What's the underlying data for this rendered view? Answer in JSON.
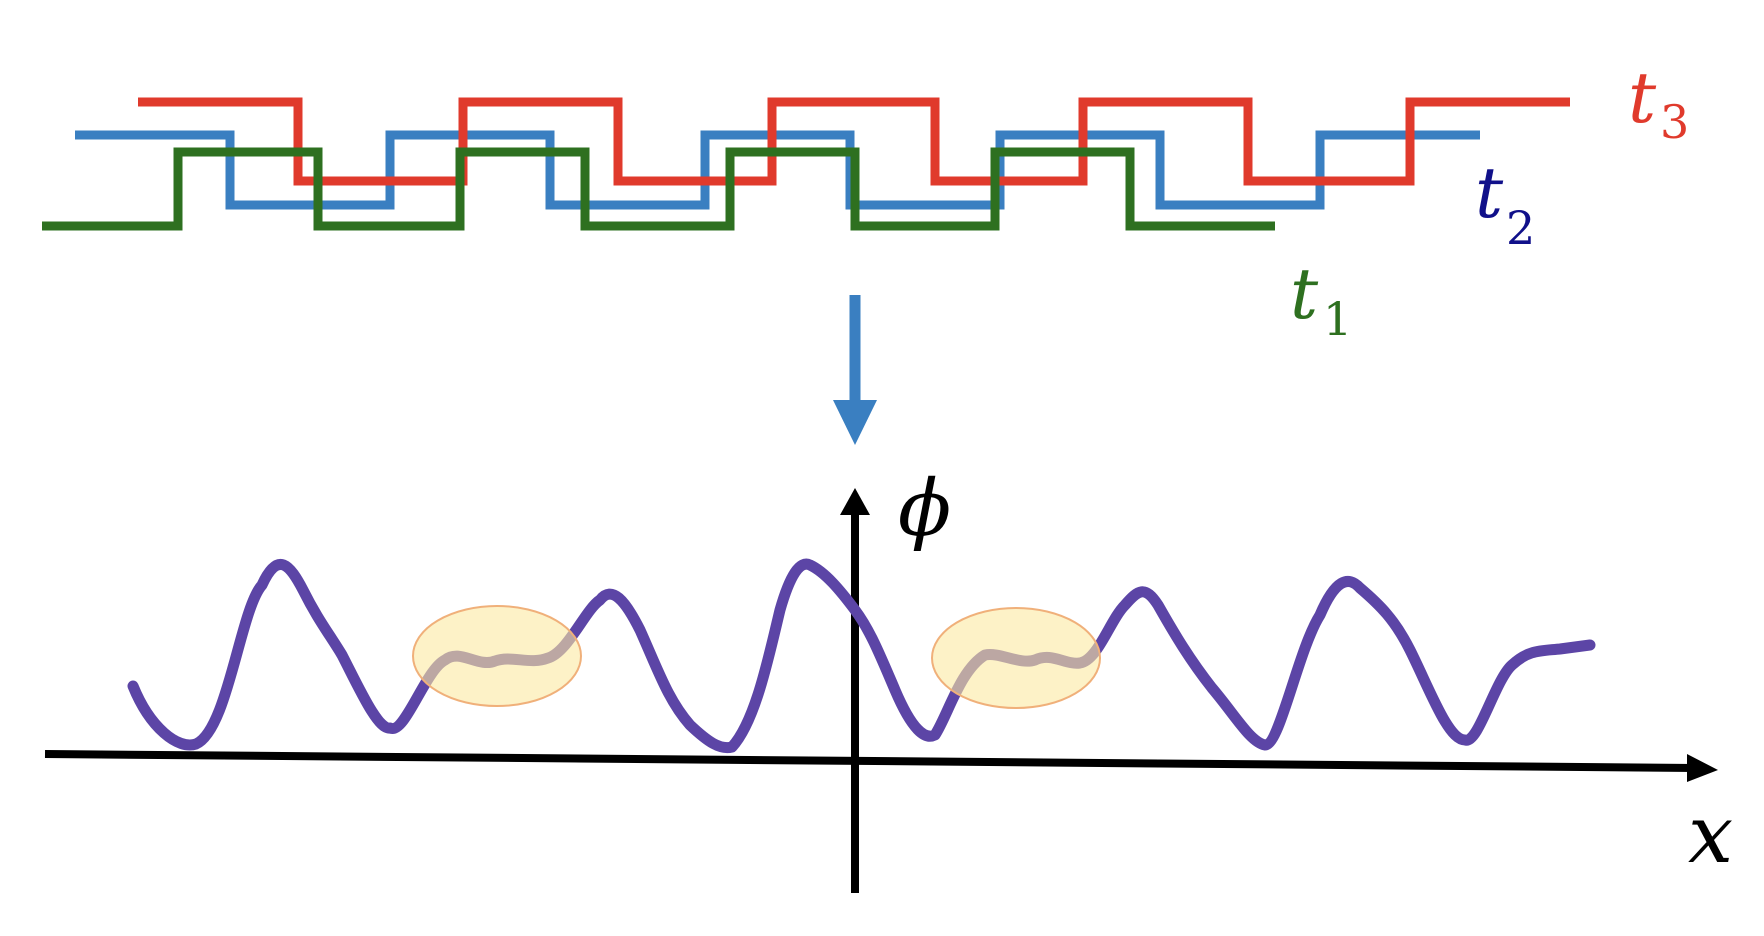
{
  "labels": {
    "t3": {
      "base": "t",
      "sub": "3"
    },
    "t2": {
      "base": "t",
      "sub": "2"
    },
    "t1": {
      "base": "t",
      "sub": "1"
    },
    "phi": "ϕ",
    "x": "x"
  },
  "colors": {
    "t3": "#e03a2c",
    "t2": "#3a7fc1",
    "t1": "#2e7020",
    "t2_label": "#10108a",
    "arrow": "#3a7fc1",
    "field": "#5c45a6",
    "blob_fill": "#fbe9a2",
    "blob_stroke": "#f0b07a",
    "axis": "#000000"
  }
}
